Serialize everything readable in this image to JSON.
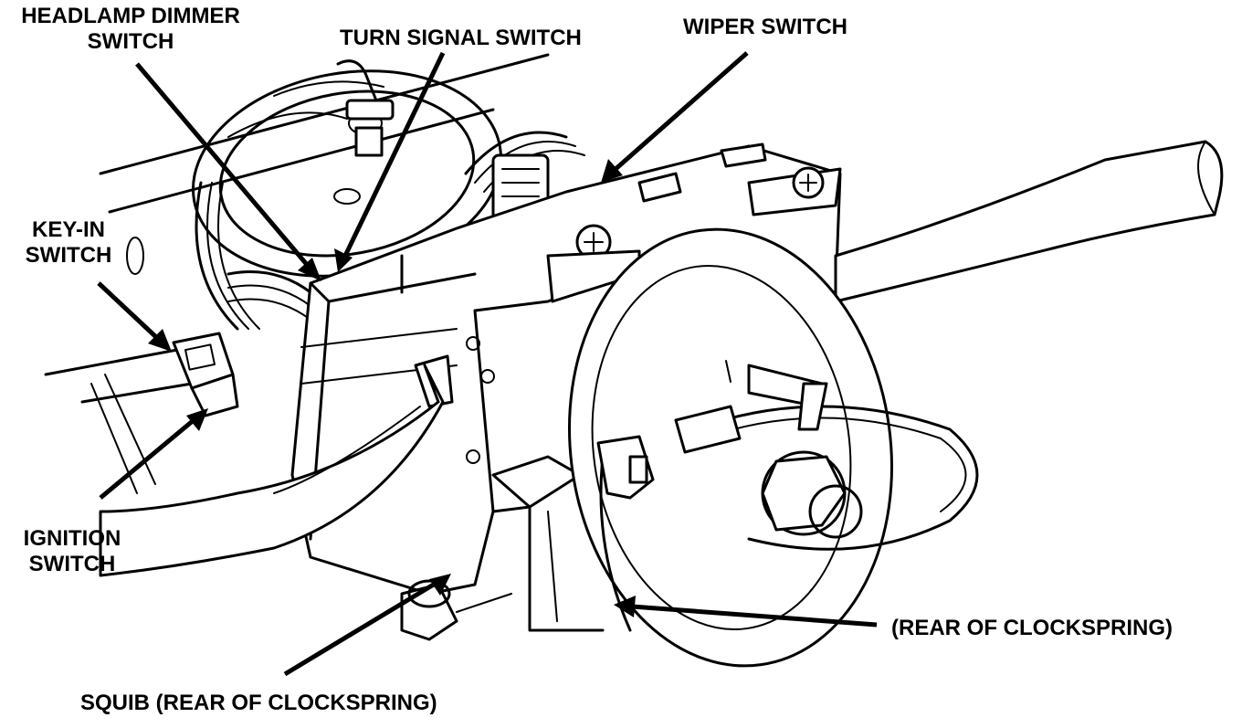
{
  "labels": {
    "headlamp_dimmer_switch": [
      "HEADLAMP DIMMER",
      "SWITCH"
    ],
    "turn_signal_switch": "TURN SIGNAL SWITCH",
    "wiper_switch": "WIPER SWITCH",
    "key_in_switch": [
      "KEY-IN",
      "SWITCH"
    ],
    "ignition_switch": [
      "IGNITION",
      "SWITCH"
    ],
    "rear_of_clockspring": "(REAR OF CLOCKSPRING)",
    "squib": "SQUIB (REAR OF CLOCKSPRING)"
  },
  "colors": {
    "ink": "#000000",
    "paper": "#ffffff"
  }
}
